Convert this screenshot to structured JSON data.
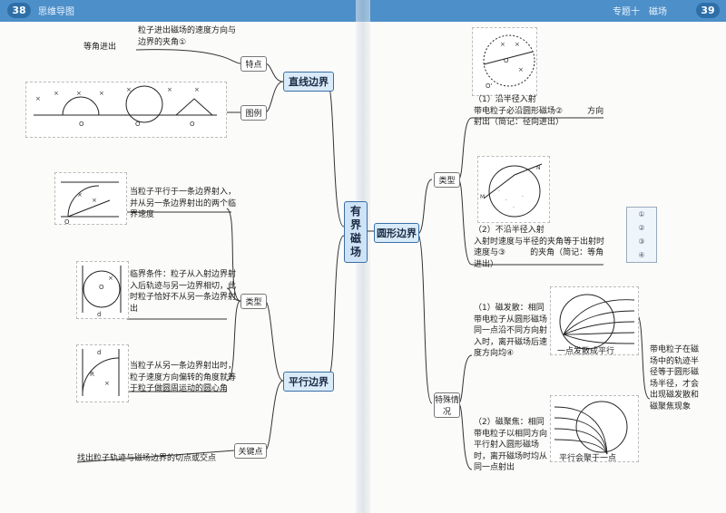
{
  "header": {
    "left_page_number": "38",
    "left_title": "思维导图",
    "right_title": "专题十　磁场",
    "right_page_number": "39"
  },
  "central_node": {
    "chars": [
      "有",
      "界",
      "磁",
      "场"
    ]
  },
  "left": {
    "straight_boundary": {
      "title": "直线边界",
      "feature_tag": "特点",
      "feature_text": "粒子进出磁场的速度方向与边界的夹角①",
      "equal_angle": "等角进出",
      "figure_tag": "图例"
    },
    "parallel_boundary": {
      "title": "平行边界",
      "type_tag": "类型",
      "case1": "当粒子平行于一条边界射入，并从另一条边界射出的两个临界速度",
      "case2": "临界条件：粒子从入射边界射入后轨迹与另一边界相切，此时粒子恰好不从另一条边界射出",
      "case3": "当粒子从另一条边界射出时，粒子速度方向偏转的角度就等于粒子做圆周运动的圆心角",
      "key_tag": "关键点",
      "key_text": "找出粒子轨迹与磁场边界的切点或交点"
    }
  },
  "right": {
    "circle_boundary": {
      "title": "圆形边界",
      "type_tag": "类型",
      "case1_text": "（1）沿半径入射\n带电粒子必沿圆形磁场②　　　方向射出（简记：径向进出）",
      "case2_text": "（2）不沿半径入射\n入射时速度与半径的夹角等于出射时速度与③　　　的夹角（简记：等角进出）",
      "special_tag": "特殊情况",
      "sp1_text": "（1）磁发散：相同带电粒子从圆形磁场同一点沿不同方向射入时，离开磁场后速度方向均④",
      "sp1_caption": "一点发散成平行",
      "sp2_text": "（2）磁聚焦：相同带电粒子以相同方向平行射入圆形磁场时，离开磁场时均从同一点射出",
      "sp2_caption": "平行会聚于一点",
      "side_note": "带电粒子在磁场中的轨迹半径等于圆形磁场半径，才会出现磁发散和磁聚焦现象"
    },
    "legend": [
      "①",
      "②",
      "③",
      "④"
    ]
  }
}
